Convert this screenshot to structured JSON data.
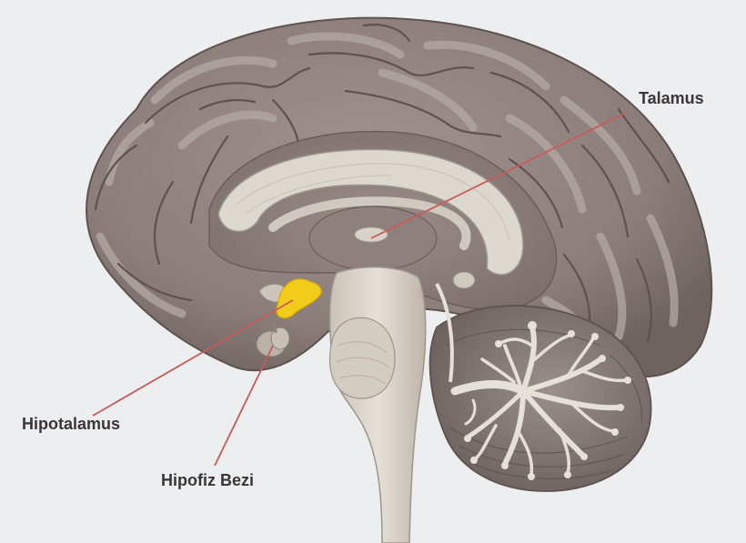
{
  "labels": {
    "thalamus": "Talamus",
    "hypothalamus": "Hipotalamus",
    "pituitary": "Hipofiz Bezi"
  },
  "colors": {
    "background": "#eceef0",
    "brain_fill": "#8f817d",
    "brain_fold": "#a89c98",
    "sulcus": "#5e524f",
    "inner_structure": "#d9d4cc",
    "hypothalamus_highlight": "#f2cc1a",
    "leader_line": "#c85a5a",
    "label_text": "#3b3535"
  }
}
